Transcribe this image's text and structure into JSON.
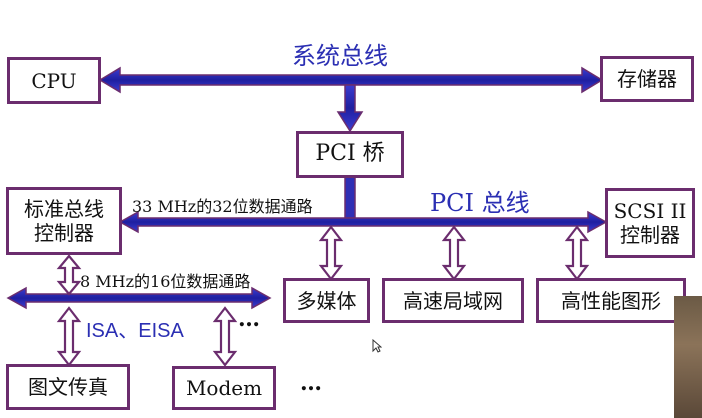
{
  "labels": {
    "system_bus": "系统总线",
    "pci_bus": "PCI 总线",
    "isa_bus": "ISA、EISA",
    "path_33": "33 MHz的32位数据通路",
    "path_8": "8 MHz的16位数据通路",
    "ellipsis": "…"
  },
  "boxes": {
    "cpu": "CPU",
    "memory": "存储器",
    "pci_bridge": "PCI 桥",
    "std_ctrl_line1": "标准总线",
    "std_ctrl_line2": "控制器",
    "scsi_line1": "SCSI II",
    "scsi_line2": "控制器",
    "multimedia": "多媒体",
    "lan": "高速局域网",
    "graphics": "高性能图形",
    "fax": "图文传真",
    "modem": "Modem"
  },
  "colors": {
    "bus_fill": "#2f2fb5",
    "bus_stroke": "#6b2d6e",
    "box_border": "#6b2d6e",
    "label_blue": "#2b2fb3"
  }
}
